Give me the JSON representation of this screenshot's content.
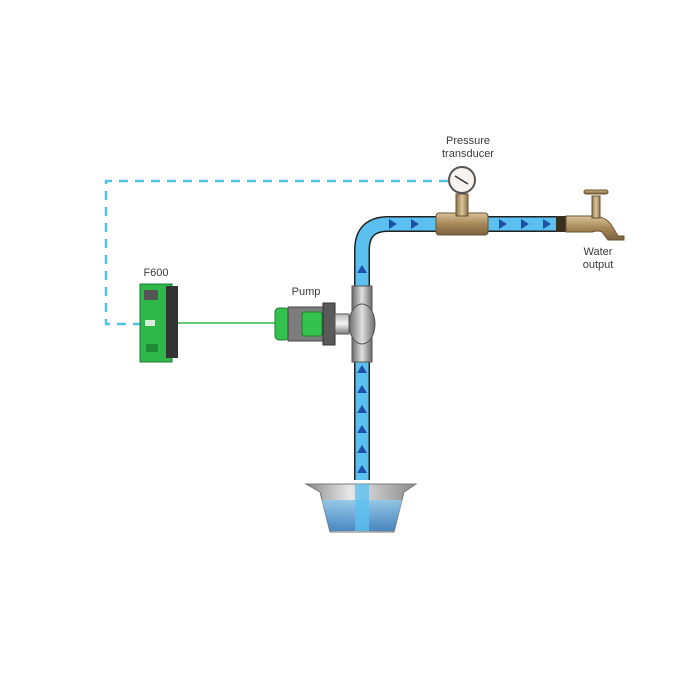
{
  "labels": {
    "pressure_transducer": [
      "Pressure",
      "transducer"
    ],
    "water_output": [
      "Water",
      "output"
    ],
    "drive": "F600",
    "pump": "Pump"
  },
  "colors": {
    "signal_dashed": "#4fc3e8",
    "power_line": "#2db84a",
    "water": "#5bc0f0",
    "flow_arrow": "#1f4fa8",
    "brass": "#b89a6a",
    "drive_green": "#2fb84a",
    "motor_green": "#34c24e"
  }
}
